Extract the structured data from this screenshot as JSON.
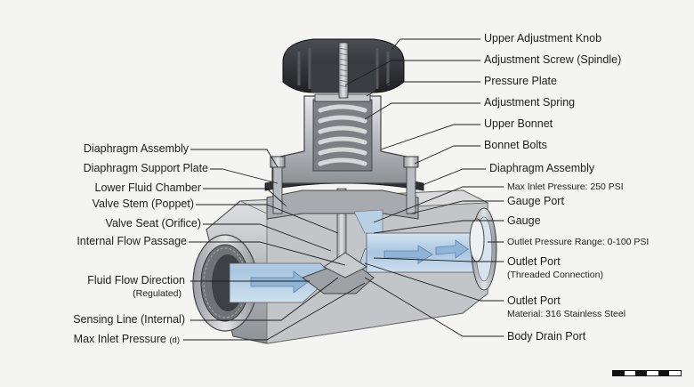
{
  "labels_left": {
    "diaphragm_assembly": "Diaphragm Assembly",
    "diaphragm_support_plate": "Diaphragm Support Plate",
    "lower_fluid_chamber": "Lower Fluid Chamber",
    "valve_stem": "Valve Stem (Poppet)",
    "valve_seat": "Valve Seat (Orifice)",
    "internal_flow_passage": "Internal Flow Passage",
    "fluid_flow_direction": "Fluid Flow Direction",
    "fluid_flow_direction_sub": "(Regulated)",
    "sensing_line": "Sensing Line (Internal)",
    "max_inlet_pressure": "Max Inlet Pressure",
    "max_inlet_pressure_suffix": "(d)"
  },
  "labels_right": {
    "upper_adjustment_knob": "Upper Adjustment Knob",
    "adjustment_screw": "Adjustment Screw (Spindle)",
    "pressure_plate": "Pressure Plate",
    "adjustment_spring": "Adjustment Spring",
    "upper_bonnet": "Upper Bonnet",
    "bonnet_bolts": "Bonnet Bolts",
    "diaphragm_assembly": "Diaphragm Assembly",
    "max_inlet_pressure_value": "Max Inlet Pressure: 250 PSI",
    "gauge_port": "Gauge Port",
    "gauge": "Gauge",
    "outlet_pressure_range": "Outlet Pressure Range: 0-100 PSI",
    "outlet_port": "Outlet Port",
    "outlet_port_sub": "(Threaded Connection)",
    "outlet_port_2": "Outlet Port",
    "material": "Material: 316 Stainless Steel",
    "body_drain_port": "Body Drain Port"
  },
  "colors": {
    "background": "#f4f4f3",
    "metal": "#b9bcc0",
    "metal_dark": "#7d8186",
    "knob": "#2f3135",
    "fluid": "#b8d0e6",
    "flow_arrow": "#8fb4d8",
    "leader": "#1d1d1d"
  },
  "icons": {
    "flow_arrow": "arrow-right-icon",
    "scale_bar": "scale-bar-icon"
  }
}
